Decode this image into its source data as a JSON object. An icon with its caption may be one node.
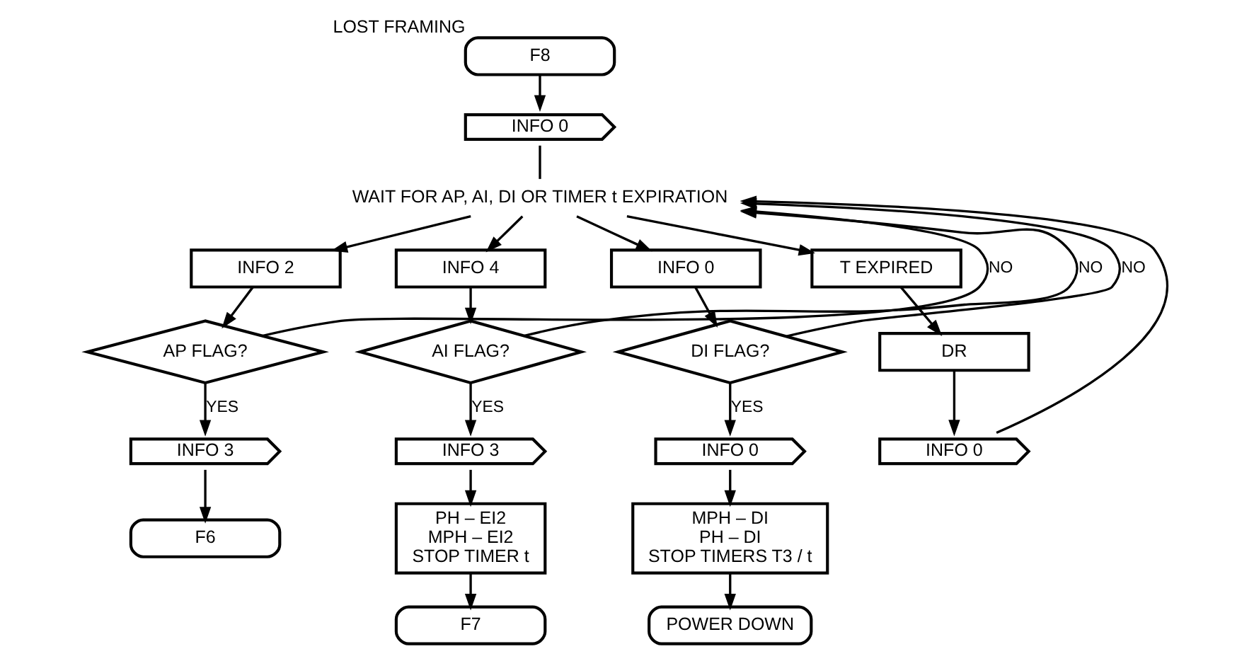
{
  "diagram": {
    "nodes": [
      {
        "text": [
          "F8"
        ],
        "beside": [
          "LOST FRAMING"
        ]
      },
      {
        "text": [
          "INFO 0"
        ]
      },
      {
        "text": [
          "WAIT FOR AP, AI, DI OR TIMER t EXPIRATION"
        ]
      },
      {
        "text": [
          "INFO 2"
        ]
      },
      {
        "text": [
          "AP FLAG?"
        ]
      },
      {
        "text": [
          "INFO 3"
        ]
      },
      {
        "text": [
          "F6"
        ]
      },
      {
        "text": [
          "INFO 4"
        ]
      },
      {
        "text": [
          "AI FLAG?"
        ]
      },
      {
        "text": [
          "INFO 3"
        ]
      },
      {
        "text": [
          "PH – EI2",
          "MPH – EI2",
          "STOP TIMER t"
        ]
      },
      {
        "text": [
          "F7"
        ]
      },
      {
        "text": [
          "INFO 0"
        ]
      },
      {
        "text": [
          "DI FLAG?"
        ]
      },
      {
        "text": [
          "INFO 0"
        ]
      },
      {
        "text": [
          "MPH – DI",
          "PH – DI",
          "STOP TIMERS T3 / t"
        ]
      },
      {
        "text": [
          "POWER DOWN"
        ]
      },
      {
        "text": [
          "T EXPIRED"
        ]
      },
      {
        "text": [
          "DR"
        ]
      },
      {
        "text": [
          "INFO 0"
        ]
      }
    ],
    "edges": [
      {
        "from": 0,
        "to": 1,
        "arrow": "to"
      },
      {
        "from": 1,
        "to": 2,
        "arrow": "none"
      },
      {
        "from": 2,
        "to": 3,
        "arrow": "to"
      },
      {
        "from": 3,
        "to": 4,
        "arrow": "to"
      },
      {
        "from": 4,
        "to": 2,
        "arrow": "to",
        "label": "NO"
      },
      {
        "from": 4,
        "to": 5,
        "arrow": "to",
        "label": "YES"
      },
      {
        "from": 5,
        "to": 6,
        "arrow": "to"
      },
      {
        "from": 2,
        "to": 7,
        "arrow": "to"
      },
      {
        "from": 7,
        "to": 8,
        "arrow": "to"
      },
      {
        "from": 8,
        "to": 2,
        "arrow": "to",
        "label": "NO"
      },
      {
        "from": 8,
        "to": 9,
        "arrow": "to",
        "label": "YES"
      },
      {
        "from": 9,
        "to": 10,
        "arrow": "to"
      },
      {
        "from": 10,
        "to": 11,
        "arrow": "to"
      },
      {
        "from": 2,
        "to": 12,
        "arrow": "to"
      },
      {
        "from": 12,
        "to": 13,
        "arrow": "to"
      },
      {
        "from": 13,
        "to": 2,
        "arrow": "to",
        "label": "NO"
      },
      {
        "from": 13,
        "to": 14,
        "arrow": "to",
        "label": "YES"
      },
      {
        "from": 14,
        "to": 15,
        "arrow": "to"
      },
      {
        "from": 15,
        "to": 16,
        "arrow": "to"
      },
      {
        "from": 2,
        "to": 17,
        "arrow": "to"
      },
      {
        "from": 17,
        "to": 18,
        "arrow": "to"
      },
      {
        "from": 18,
        "to": 19,
        "arrow": "to"
      },
      {
        "from": 19,
        "to": 2,
        "arrow": "to"
      }
    ]
  }
}
